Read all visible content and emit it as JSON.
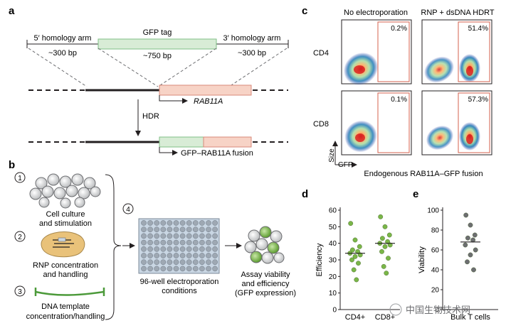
{
  "panel_labels": {
    "a": "a",
    "b": "b",
    "c": "c",
    "d": "d",
    "e": "e"
  },
  "panel_a": {
    "left_arm": "5′ homology arm",
    "left_arm_size": "~300 bp",
    "gfp_tag": "GFP tag",
    "gfp_size": "~750 bp",
    "right_arm": "3′ homology arm",
    "right_arm_size": "~300 bp",
    "gene": "RAB11A",
    "hdr": "HDR",
    "fusion": "GFP–RAB11A fusion",
    "colors": {
      "gfp": "#d8ecd6",
      "gfp_stroke": "#7fbf86",
      "rab": "#f7d3c6",
      "rab_stroke": "#d9897a"
    }
  },
  "panel_b": {
    "step1_num": "1",
    "step1_line1": "Cell culture",
    "step1_line2": "and stimulation",
    "step2_num": "2",
    "step2_line1": "RNP concentration",
    "step2_line2": "and handling",
    "step3_num": "3",
    "step3_line1": "DNA template",
    "step3_line2": "concentration/handling",
    "step4_num": "4",
    "plate_line1": "96-well electroporation",
    "plate_line2": "conditions",
    "assay_line1": "Assay viability",
    "assay_line2": "and efficiency",
    "assay_line3": "(GFP expression)",
    "colors": {
      "plate_bg": "#c9d6e3",
      "well": "#9ea8b3",
      "green": "#7ab648"
    }
  },
  "panel_c": {
    "col1": "No electroporation",
    "col2": "RNP + dsDNA HDRT",
    "row1": "CD4",
    "row2": "CD8",
    "ylabel": "Size",
    "xlabel_short": "GFP",
    "xlabel": "Endogenous RAB11A–GFP fusion",
    "pct_cd4_no": "0.2%",
    "pct_cd4_rnp": "51.4%",
    "pct_cd8_no": "0.1%",
    "pct_cd8_rnp": "57.3%"
  },
  "chart_data": [
    {
      "type": "scatter",
      "ylabel": "Efficiency",
      "categories": [
        "CD4+",
        "CD8+"
      ],
      "ylim": [
        0,
        60
      ],
      "yticks": [
        0,
        10,
        20,
        30,
        40,
        50,
        60
      ],
      "series": [
        {
          "name": "CD4+",
          "values": [
            52,
            42,
            38,
            36,
            35,
            34,
            33,
            32,
            30,
            28,
            24,
            18
          ],
          "median": 34
        },
        {
          "name": "CD8+",
          "values": [
            56,
            50,
            45,
            43,
            41,
            40,
            39,
            38,
            35,
            31,
            26,
            22
          ],
          "median": 40
        }
      ],
      "point_color": "#7ab648"
    },
    {
      "type": "scatter",
      "ylabel": "Viability",
      "categories": [
        "Bulk T cells"
      ],
      "ylim": [
        0,
        100
      ],
      "yticks": [
        0,
        20,
        40,
        60,
        80,
        100
      ],
      "series": [
        {
          "name": "Bulk T cells",
          "values": [
            95,
            85,
            75,
            72,
            70,
            65,
            60,
            55,
            48,
            40
          ],
          "median": 68
        }
      ],
      "point_color": "#6d6e71"
    }
  ],
  "watermark": "中国生物技术网"
}
